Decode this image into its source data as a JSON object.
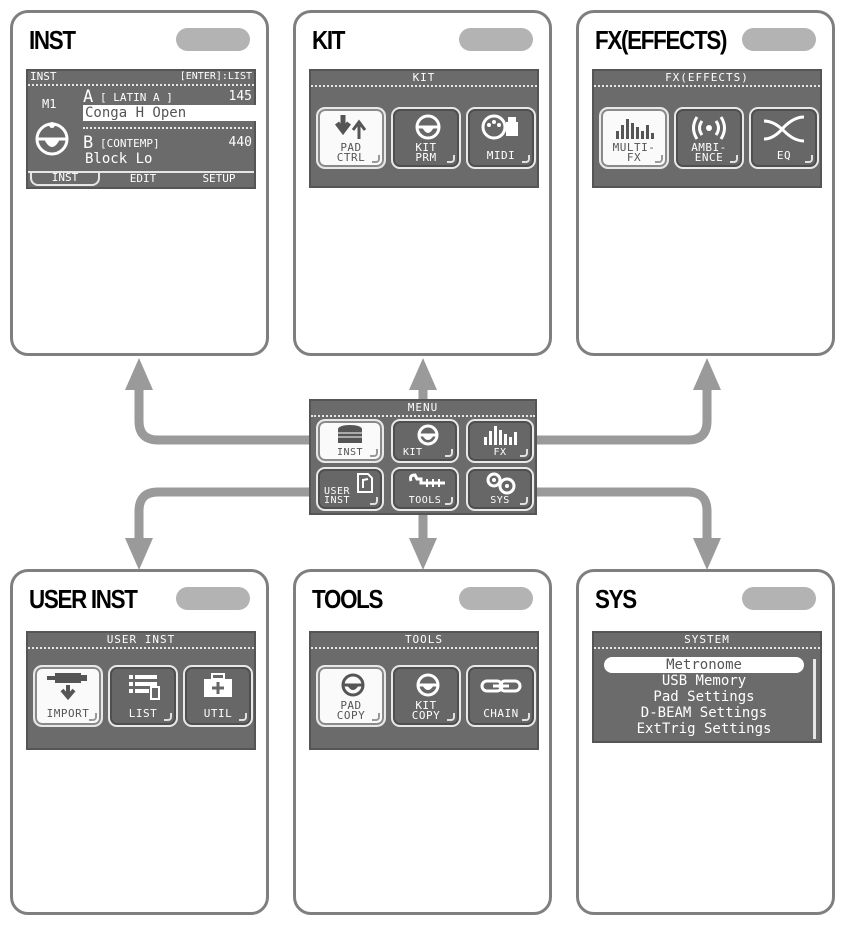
{
  "colors": {
    "arrow": "#999999",
    "card_border": "#7f7f7f",
    "screen": "#6b6b6b"
  },
  "cards": {
    "inst": {
      "title": "INST"
    },
    "kit": {
      "title": "KIT"
    },
    "fx": {
      "title": "FX(EFFECTS)"
    },
    "user_inst": {
      "title": "USER INST"
    },
    "tools": {
      "title": "TOOLS"
    },
    "sys": {
      "title": "SYS"
    }
  },
  "inst_screen": {
    "header_left": "INST",
    "header_right": "[ENTER]:LIST",
    "kit_label": "M1",
    "part_a": {
      "letter": "A",
      "category": "[ LATIN A ]",
      "number": "145",
      "name": "Conga H Open"
    },
    "part_b": {
      "letter": "B",
      "category": "[CONTEMP]",
      "number": "440",
      "name": "Block Lo"
    },
    "tabs": [
      "INST",
      "EDIT",
      "SETUP"
    ]
  },
  "kit_screen": {
    "header": "KIT",
    "buttons": [
      {
        "label": "PAD\nCTRL",
        "icon": "pad-ctrl-icon"
      },
      {
        "label": "KIT\nPRM",
        "icon": "kit-param-icon"
      },
      {
        "label": "MIDI",
        "icon": "midi-icon"
      }
    ]
  },
  "fx_screen": {
    "header": "FX(EFFECTS)",
    "buttons": [
      {
        "label": "MULTI-\nFX",
        "icon": "multi-fx-icon"
      },
      {
        "label": "AMBI-\nENCE",
        "icon": "ambience-icon"
      },
      {
        "label": "EQ",
        "icon": "eq-icon"
      }
    ]
  },
  "menu_screen": {
    "header": "MENU",
    "buttons": [
      {
        "label": "INST",
        "icon": "drum-icon"
      },
      {
        "label": "KIT",
        "icon": "kit-icon"
      },
      {
        "label": "FX",
        "icon": "fx-icon"
      },
      {
        "label": "USER\nINST",
        "icon": "user-inst-icon"
      },
      {
        "label": "TOOLS",
        "icon": "tools-icon"
      },
      {
        "label": "SYS",
        "icon": "gears-icon"
      }
    ]
  },
  "user_inst_screen": {
    "header": "USER INST",
    "buttons": [
      {
        "label": "IMPORT",
        "icon": "import-icon"
      },
      {
        "label": "LIST",
        "icon": "list-icon"
      },
      {
        "label": "UTIL",
        "icon": "toolbox-icon"
      }
    ]
  },
  "tools_screen": {
    "header": "TOOLS",
    "buttons": [
      {
        "label": "PAD\nCOPY",
        "icon": "pad-copy-icon"
      },
      {
        "label": "KIT\nCOPY",
        "icon": "kit-copy-icon"
      },
      {
        "label": "CHAIN",
        "icon": "chain-icon"
      }
    ]
  },
  "system_screen": {
    "header": "SYSTEM",
    "items": [
      "Metronome",
      "USB Memory",
      "Pad Settings",
      "D-BEAM Settings",
      "ExtTrig Settings"
    ]
  }
}
